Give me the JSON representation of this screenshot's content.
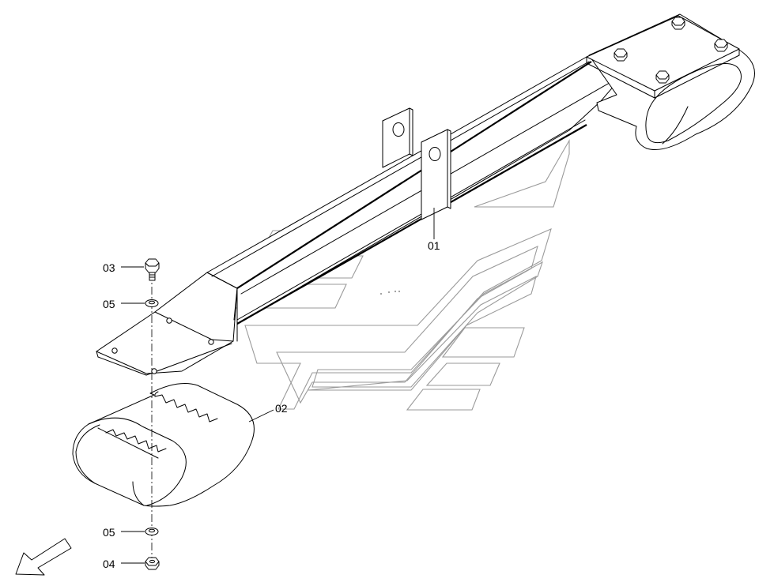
{
  "callouts": [
    {
      "id": "part-01",
      "label": "01"
    },
    {
      "id": "part-02",
      "label": "02"
    },
    {
      "id": "part-03",
      "label": "03"
    },
    {
      "id": "part-05-upper",
      "label": "05"
    },
    {
      "id": "part-05-lower",
      "label": "05"
    },
    {
      "id": "part-04",
      "label": "04"
    }
  ],
  "colors": {
    "line": "#000000",
    "watermark": "#9a9a9a",
    "background": "#ffffff"
  }
}
